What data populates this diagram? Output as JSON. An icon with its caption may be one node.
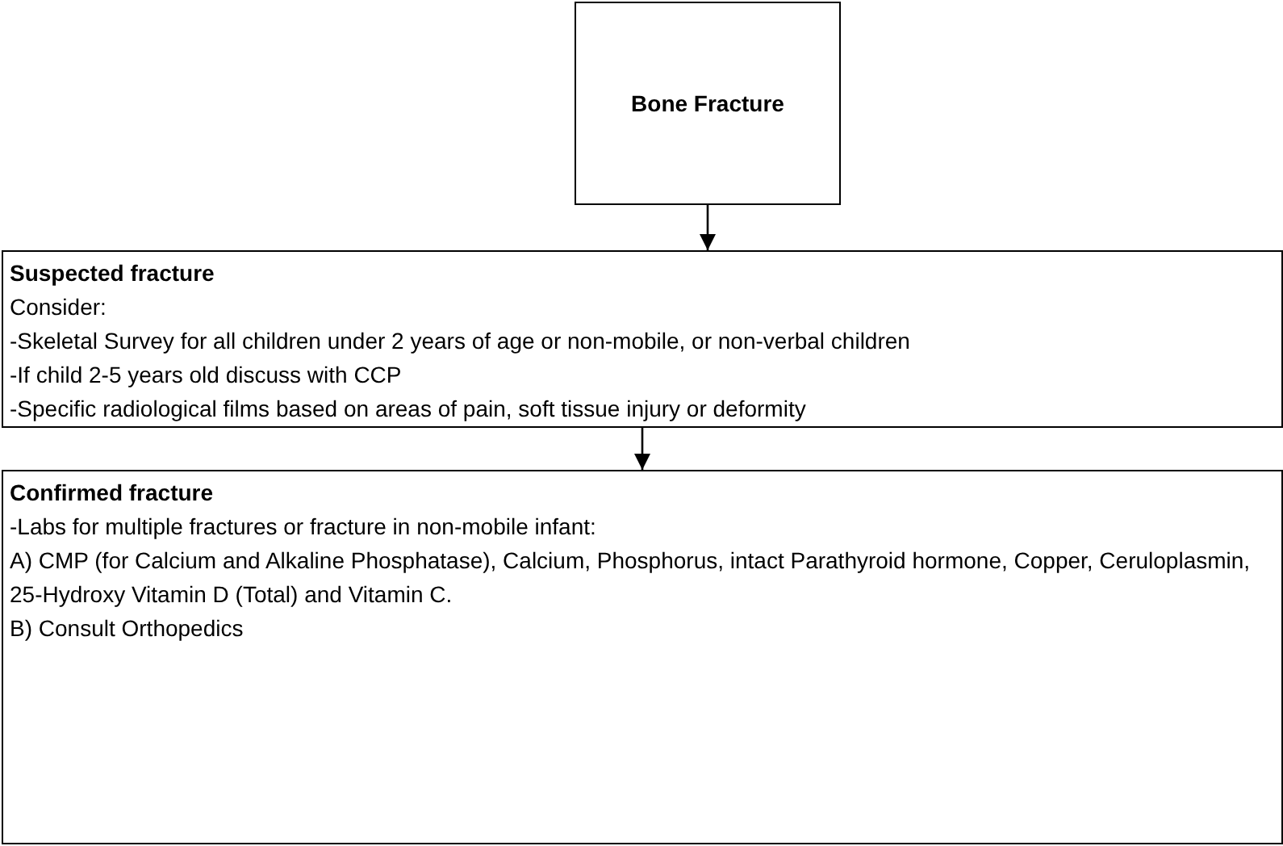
{
  "diagram": {
    "nodes": [
      {
        "text": [
          "Bone Fracture"
        ]
      },
      {
        "text": [
          "Suspected fracture",
          "Consider:",
          "-Skeletal Survey for all children under 2 years of age or non-mobile, or non-verbal children",
          "-If child 2-5 years old discuss with CCP",
          "-Specific radiological films based on areas of pain, soft tissue injury or deformity"
        ]
      },
      {
        "text": [
          "Confirmed fracture",
          "-Labs for multiple fractures or fracture in non-mobile infant:",
          "A) CMP (for Calcium and Alkaline Phosphatase), Calcium, Phosphorus, intact Parathyroid hormone, Copper, Ceruloplasmin, 25-Hydroxy Vitamin D (Total) and Vitamin C.",
          "B) Consult Orthopedics"
        ]
      }
    ],
    "edges": [
      {
        "from": 0,
        "to": 1,
        "arrow": "to"
      },
      {
        "from": 1,
        "to": 2,
        "arrow": "to"
      }
    ]
  }
}
